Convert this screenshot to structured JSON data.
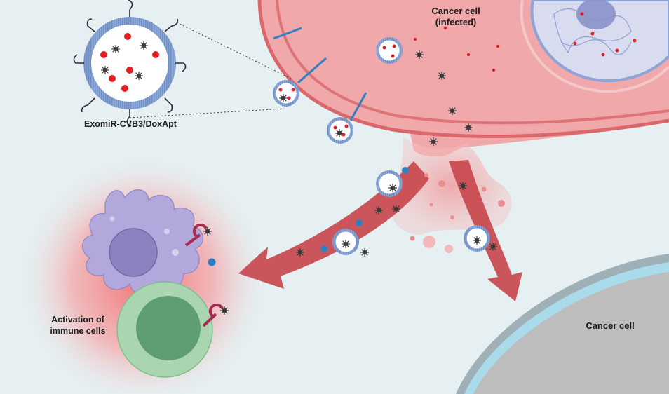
{
  "labels": {
    "infected_cell_line1": "Cancer cell",
    "infected_cell_line2": "(infected)",
    "exosome_construct": "ExomiR-CVB3/DoxApt",
    "activation_line1": "Activation of",
    "activation_line2": "immune cells",
    "target_cancer_cell": "Cancer cell"
  },
  "colors": {
    "background": "#e6f0f2",
    "infected_cell": "#f0a8aa",
    "infected_cell_membrane": "#d9676b",
    "nucleus": "#d9dcef",
    "target_cell": "#bdbdbd",
    "target_cell_membrane": "#a9dbea",
    "dendritic_cell": "#b3a8dc",
    "dendritic_nucleus": "#8a83bf",
    "t_cell": "#a9d6b0",
    "t_cell_nucleus": "#5e9e72",
    "arrow": "#c8484d",
    "drug_dot": "#e01f25",
    "virus": "#3a3a3a",
    "aptamer_dot": "#2f80c3"
  },
  "icons": [
    "virus-icon",
    "drug-dot-icon",
    "aptamer-icon",
    "receptor-icon",
    "exosome-icon"
  ]
}
